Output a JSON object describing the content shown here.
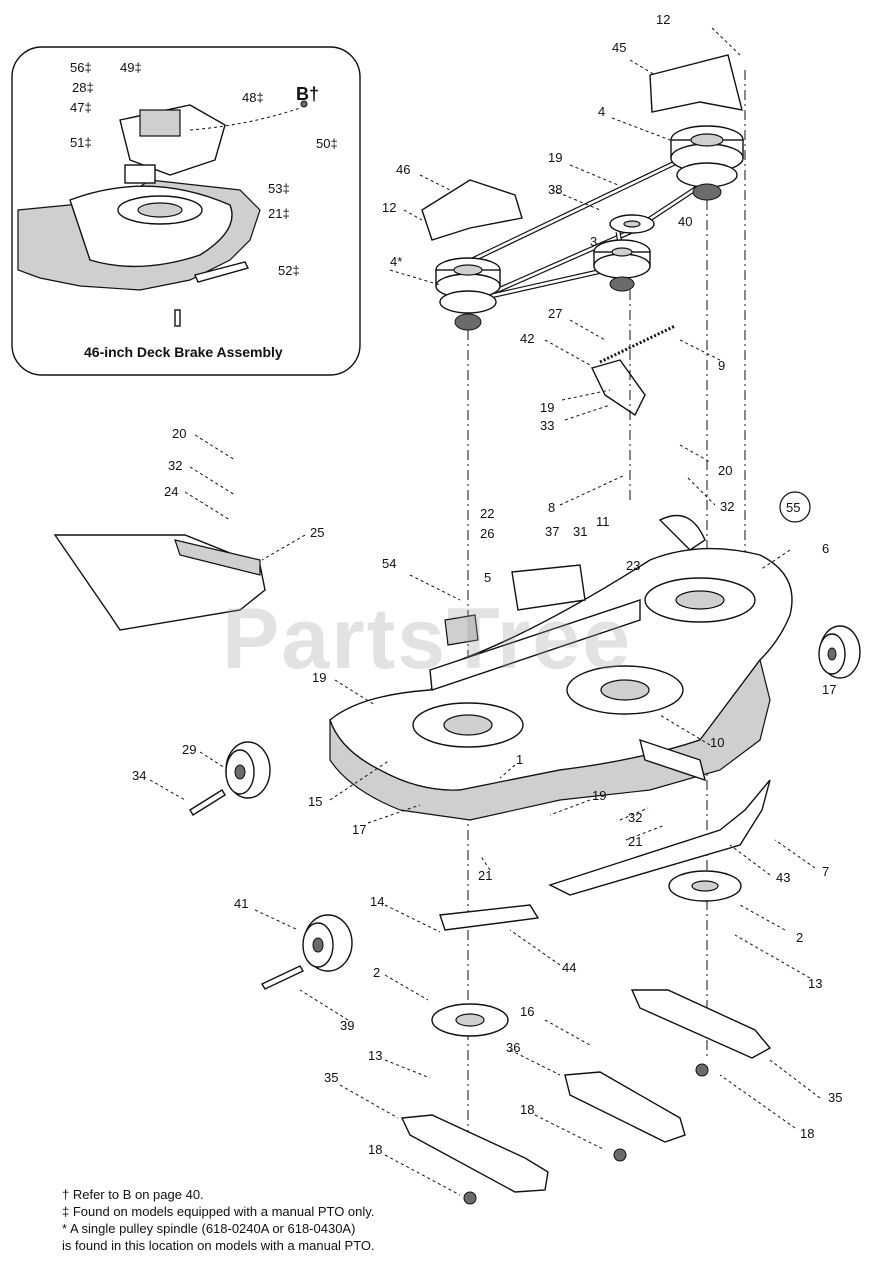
{
  "inset": {
    "caption": "46-inch Deck Brake Assembly",
    "callouts": [
      "56‡",
      "49‡",
      "28‡",
      "48‡",
      "B†",
      "47‡",
      "51‡",
      "50‡",
      "53‡",
      "21‡",
      "52‡"
    ]
  },
  "callouts": [
    "12",
    "45",
    "4",
    "19",
    "38",
    "46",
    "12",
    "40",
    "3",
    "4*",
    "27",
    "42",
    "9",
    "19",
    "33",
    "20",
    "32",
    "24",
    "25",
    "20",
    "32",
    "55",
    "8",
    "6",
    "22",
    "37",
    "31",
    "11",
    "26",
    "23",
    "54",
    "5",
    "17",
    "19",
    "10",
    "29",
    "34",
    "1",
    "15",
    "17",
    "19",
    "32",
    "21",
    "7",
    "43",
    "21",
    "41",
    "14",
    "2",
    "44",
    "13",
    "39",
    "2",
    "16",
    "36",
    "13",
    "35",
    "18",
    "35",
    "18",
    "18"
  ],
  "watermark": "PartsTree",
  "notes": [
    "† Refer to B on page 40.",
    "‡ Found on models equipped with a manual PTO only.",
    "* A single pulley spindle (618-0240A or 618-0430A)",
    " is found in this location on models with a manual PTO."
  ]
}
